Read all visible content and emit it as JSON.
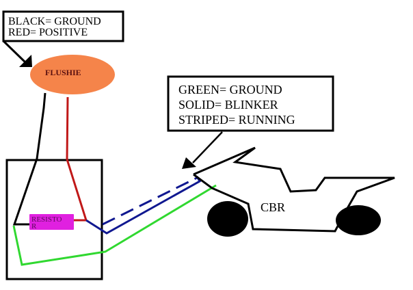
{
  "diagram": {
    "legend_box_1": {
      "lines": [
        "BLACK= GROUND",
        "RED= POSITIVE"
      ]
    },
    "legend_box_2": {
      "lines": [
        "GREEN= GROUND",
        "SOLID= BLINKER",
        "STRIPED= RUNNING"
      ]
    },
    "flushie_label": "FLUSHIE",
    "resistor_label_line1": "RESISTO",
    "resistor_label_line2": "R",
    "bike_label": "CBR",
    "colors": {
      "flushie": "#f5844a",
      "resistor": "#e020e0",
      "wire_black": "#000000",
      "wire_red": "#c01818",
      "wire_blue": "#101890",
      "wire_green": "#30d830"
    }
  }
}
